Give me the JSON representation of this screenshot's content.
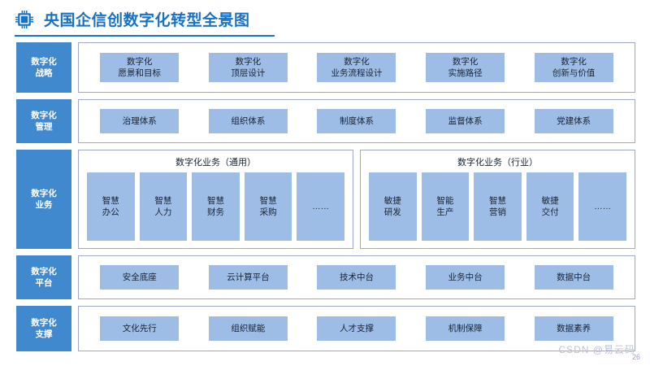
{
  "header": {
    "icon": "chip-icon",
    "title": "央国企信创数字化转型全景图",
    "accent_color": "#1872C4"
  },
  "colors": {
    "band_label_bg": "#4189CE",
    "tile_bg": "#9DBDE6",
    "panel_border": "#9FA8C6",
    "text_dark": "#1a2332",
    "watermark": "#b9c2d6"
  },
  "diagram": {
    "bands": [
      {
        "label": "数字化\n战略",
        "layout": "tiles",
        "tiles": [
          "数字化\n愿景和目标",
          "数字化\n顶层设计",
          "数字化\n业务流程设计",
          "数字化\n实施路径",
          "数字化\n创新与价值"
        ]
      },
      {
        "label": "数字化\n管理",
        "layout": "tiles",
        "tiles": [
          "治理体系",
          "组织体系",
          "制度体系",
          "监督体系",
          "党建体系"
        ]
      },
      {
        "label": "数字化\n业务",
        "layout": "panels",
        "panels": [
          {
            "title": "数字化业务（通用）",
            "tiles": [
              "智慧\n办公",
              "智慧\n人力",
              "智慧\n财务",
              "智慧\n采购",
              "……"
            ]
          },
          {
            "title": "数字化业务（行业）",
            "tiles": [
              "敏捷\n研发",
              "智能\n生产",
              "智慧\n营销",
              "敏捷\n交付",
              "……"
            ]
          }
        ]
      },
      {
        "label": "数字化\n平台",
        "layout": "tiles",
        "tiles": [
          "安全底座",
          "云计算平台",
          "技术中台",
          "业务中台",
          "数据中台"
        ]
      },
      {
        "label": "数字化\n支撑",
        "layout": "tiles",
        "tiles": [
          "文化先行",
          "组织赋能",
          "人才支撑",
          "机制保障",
          "数据素养"
        ]
      }
    ]
  },
  "footer": {
    "watermark": "CSDN @易云码",
    "page_number": "26"
  }
}
